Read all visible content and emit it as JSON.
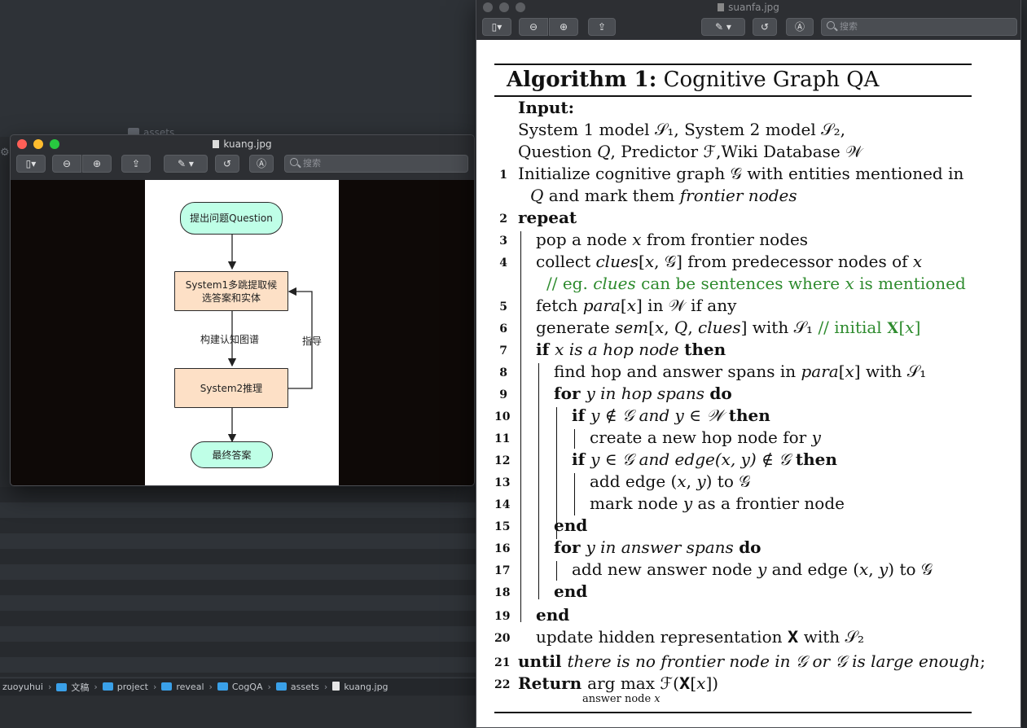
{
  "background": {
    "tab_label": "assets",
    "breadcrumb": [
      "zuoyuhui",
      "文稿",
      "project",
      "reveal",
      "CogQA",
      "assets",
      "kuang.jpg"
    ]
  },
  "kuang": {
    "title": "kuang.jpg",
    "search_placeholder": "搜索",
    "flow": {
      "start": "提出问题Question",
      "system1_line1": "System1多跳提取候",
      "system1_line2": "选答案和实体",
      "edge_build": "构建认知图谱",
      "system2": "System2推理",
      "feedback": "指导",
      "end": "最终答案"
    }
  },
  "suanfa": {
    "title": "suanfa.jpg",
    "search_placeholder": "搜索",
    "algorithm": {
      "label": "Algorithm 1:",
      "name": "Cognitive Graph QA",
      "input_label": "Input:",
      "input_1": "System 1 model 𝒮₁, System 2 model 𝒮₂,",
      "input_2": "Question 𝑄, Predictor ℱ,Wiki Database 𝒲",
      "lines": {
        "l1a": "Initialize cognitive graph 𝒢 with entities mentioned in",
        "l1b": "𝑄 and mark them ",
        "l1b_it": "frontier nodes",
        "l2": "repeat",
        "l3": "pop a node 𝑥 from frontier nodes",
        "l4": "collect 𝑐𝑙𝑢𝑒𝑠[𝑥, 𝒢] from predecessor nodes of 𝑥",
        "l4c": "// eg. 𝑐𝑙𝑢𝑒𝑠 can be sentences where 𝑥 is mentioned",
        "l5": "fetch 𝑝𝑎𝑟𝑎[𝑥] in 𝒲 if any",
        "l6": "generate 𝑠𝑒𝑚[𝑥, 𝑄, 𝑐𝑙𝑢𝑒𝑠] with 𝒮₁ ",
        "l6c": "// initial 𝐗[𝑥]",
        "l7_if": "if ",
        "l7_cond": "𝑥 is a hop node ",
        "l7_then": "then",
        "l8": "find hop and answer spans in 𝑝𝑎𝑟𝑎[𝑥] with 𝒮₁",
        "l9_for": "for ",
        "l9_cond": "𝑦 in hop spans ",
        "l9_do": "do",
        "l10_if": "if ",
        "l10_cond": "𝑦 ∉ 𝒢 and 𝑦 ∈ 𝒲 ",
        "l10_then": "then",
        "l11": "create a new hop node for 𝑦",
        "l12_if": "if ",
        "l12_cond": "𝑦 ∈ 𝒢 and edge(𝑥, 𝑦) ∉ 𝒢 ",
        "l12_then": "then",
        "l13": "add edge (𝑥, 𝑦) to 𝒢",
        "l14": "mark node 𝑦 as a frontier node",
        "l15": "end",
        "l16_for": "for ",
        "l16_cond": "𝑦 in answer spans ",
        "l16_do": "do",
        "l17": "add new answer node 𝑦 and edge (𝑥, 𝑦) to 𝒢",
        "l18": "end",
        "l19": "end",
        "l20": "update hidden representation 𝐗 with 𝒮₂",
        "l21_until": "until ",
        "l21_cond": "there is no frontier node in 𝒢 or 𝒢 is large enough",
        "l21_semi": ";",
        "l22_ret": "Return ",
        "l22_expr": "arg max  ℱ(𝐗[𝑥])",
        "l22_sub": "answer node 𝑥"
      },
      "line_numbers": [
        "1",
        "2",
        "3",
        "4",
        "5",
        "6",
        "7",
        "8",
        "9",
        "10",
        "11",
        "12",
        "13",
        "14",
        "15",
        "16",
        "17",
        "18",
        "19",
        "20",
        "21",
        "22"
      ]
    }
  }
}
